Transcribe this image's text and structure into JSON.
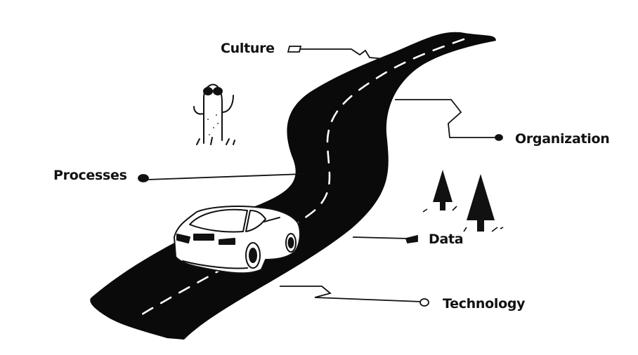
{
  "labels": {
    "culture": "Culture",
    "organization": "Organization",
    "processes": "Processes",
    "data": "Data",
    "technology": "Technology"
  },
  "colors": {
    "ink": "#111111",
    "road": "#0a0a0a",
    "background": "#ffffff"
  },
  "icons": [
    "road",
    "car",
    "cactus-with-sunglasses",
    "pine-tree",
    "pine-tree"
  ]
}
